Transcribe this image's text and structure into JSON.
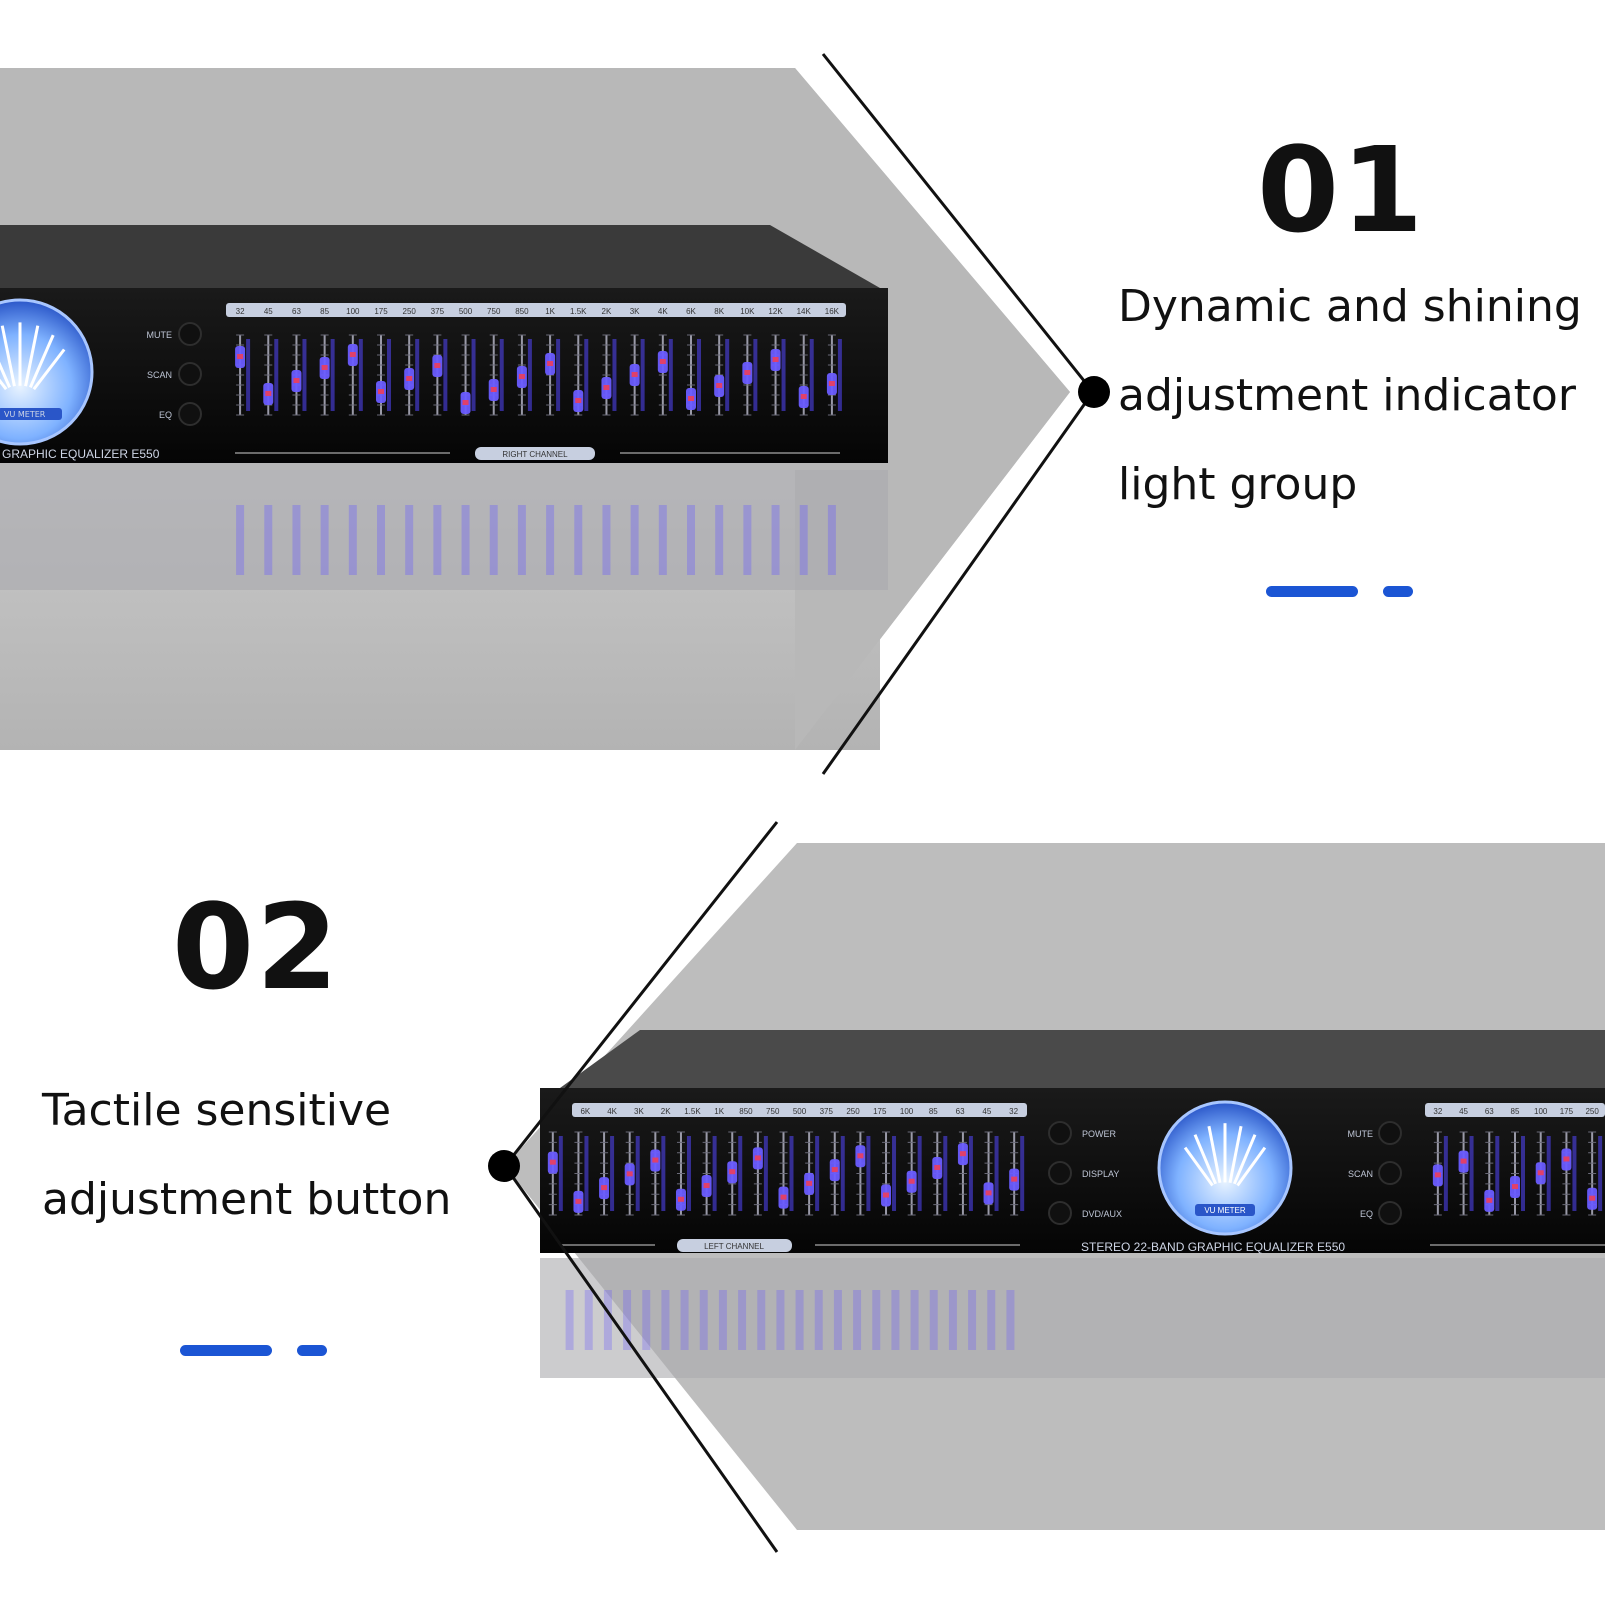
{
  "section1": {
    "number": "01",
    "lines": [
      "Dynamic and shining",
      "adjustment indicator",
      "light group"
    ]
  },
  "section2": {
    "number": "02",
    "lines": [
      "Tactile sensitive",
      "adjustment button"
    ]
  },
  "device_top": {
    "freq_labels": [
      "32",
      "45",
      "63",
      "85",
      "100",
      "175",
      "250",
      "375",
      "500",
      "750",
      "850",
      "1K",
      "1.5K",
      "2K",
      "3K",
      "4K",
      "6K",
      "8K",
      "10K",
      "12K",
      "14K",
      "16K"
    ],
    "buttons": [
      "MUTE",
      "SCAN",
      "EQ"
    ],
    "model_text": "GRAPHIC EQUALIZER E550",
    "channel_label": "RIGHT CHANNEL",
    "meter_label": "VU METER"
  },
  "device_bottom": {
    "freq_labels": [
      "6K",
      "4K",
      "3K",
      "2K",
      "1.5K",
      "1K",
      "850",
      "750",
      "500",
      "375",
      "250",
      "175",
      "100",
      "85",
      "63",
      "45",
      "32"
    ],
    "freq_labels_right": [
      "32",
      "45",
      "63",
      "85",
      "100",
      "175",
      "250"
    ],
    "buttons_left": [
      "POWER",
      "DISPLAY",
      "DVD/AUX"
    ],
    "buttons_right": [
      "MUTE",
      "SCAN",
      "EQ"
    ],
    "model_text": "STEREO 22-BAND GRAPHIC EQUALIZER E550",
    "channel_label": "LEFT CHANNEL",
    "meter_label": "VU METER"
  },
  "colors": {
    "accent": "#1b55d4",
    "led_blue": "#6a5cff",
    "led_red": "#e0406a",
    "panel_gray": "#b9b9b9"
  }
}
